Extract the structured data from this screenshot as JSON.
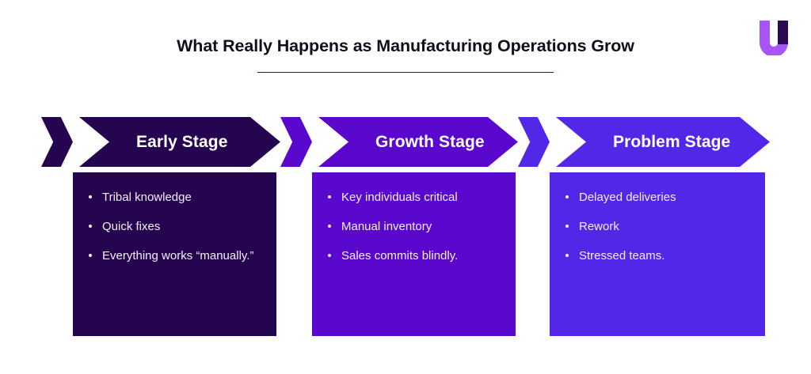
{
  "header": {
    "title": "What Really Happens as Manufacturing Operations Grow",
    "rule_color": "#221a5e"
  },
  "logo": {
    "name": "u-logo",
    "arc_color": "#a855f7",
    "bar_color": "#2b0a52"
  },
  "stages": [
    {
      "label": "Early Stage",
      "band_color": "#250450",
      "card_color": "#250450",
      "bullets": [
        "Tribal knowledge",
        "Quick fixes",
        "Everything works “manually.”"
      ]
    },
    {
      "label": "Growth Stage",
      "band_color": "#5a08cd",
      "card_color": "#5a08cd",
      "bullets": [
        "Key individuals critical",
        "Manual inventory",
        "Sales commits blindly."
      ]
    },
    {
      "label": "Problem Stage",
      "band_color": "#5327e8",
      "card_color": "#5327e8",
      "bullets": [
        "Delayed deliveries",
        "Rework",
        "Stressed teams."
      ]
    }
  ]
}
